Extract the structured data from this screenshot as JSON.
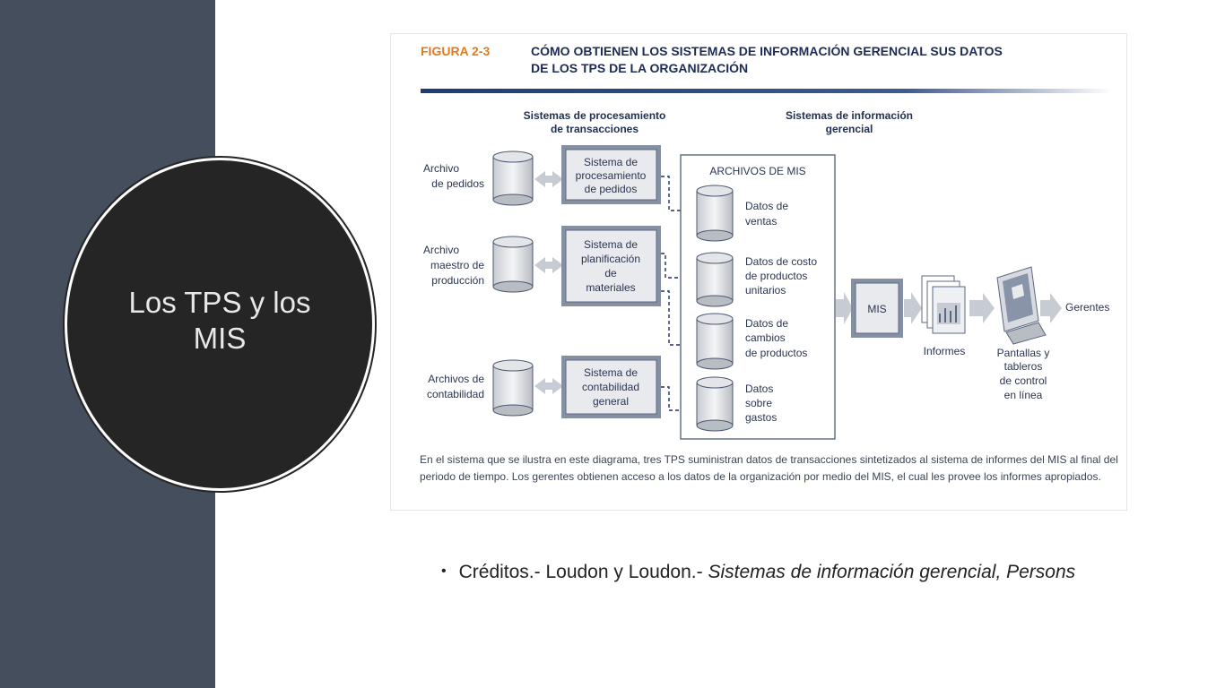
{
  "slide": {
    "title_line1": "Los TPS y los",
    "title_line2": "MIS"
  },
  "figure": {
    "label": "FIGURA 2-3",
    "title_line1": "CÓMO OBTIENEN LOS SISTEMAS DE INFORMACIÓN GERENCIAL SUS DATOS",
    "title_line2": "DE LOS TPS DE LA ORGANIZACIÓN",
    "header_left_line1": "Sistemas de procesamiento",
    "header_left_line2": "de transacciones",
    "header_right_line1": "Sistemas de información",
    "header_right_line2": "gerencial",
    "files": {
      "f1": [
        "Archivo",
        "de pedidos"
      ],
      "f2": [
        "Archivo",
        "maestro de",
        "producción"
      ],
      "f3": [
        "Archivos de",
        "contabilidad"
      ]
    },
    "systems": {
      "s1": [
        "Sistema de",
        "procesamiento",
        "de pedidos"
      ],
      "s2": [
        "Sistema de",
        "planificación",
        "de",
        "materiales"
      ],
      "s3": [
        "Sistema de",
        "contabilidad",
        "general"
      ]
    },
    "mis_files_title": "ARCHIVOS DE MIS",
    "mis_files": {
      "d1": [
        "Datos de",
        "ventas"
      ],
      "d2": [
        "Datos de costo",
        "de productos",
        "unitarios"
      ],
      "d3": [
        "Datos de",
        "cambios",
        "de productos"
      ],
      "d4": [
        "Datos",
        "sobre",
        "gastos"
      ]
    },
    "mis_box": "MIS",
    "reports_label": "Informes",
    "screens_label": [
      "Pantallas y",
      "tableros",
      "de control",
      "en línea"
    ],
    "managers_label": "Gerentes",
    "caption": "En el sistema que se ilustra en este diagrama, tres TPS suministran datos de transacciones sintetizados al sistema de informes del MIS al final del periodo de tiempo. Los gerentes obtienen acceso a los datos de la organización por medio del MIS, el cual les provee los informes apropiados."
  },
  "credits": {
    "bullet": "•",
    "text": "Créditos.- Loudon y Loudon.- ",
    "italic": "Sistemas de información gerencial, Persons"
  }
}
